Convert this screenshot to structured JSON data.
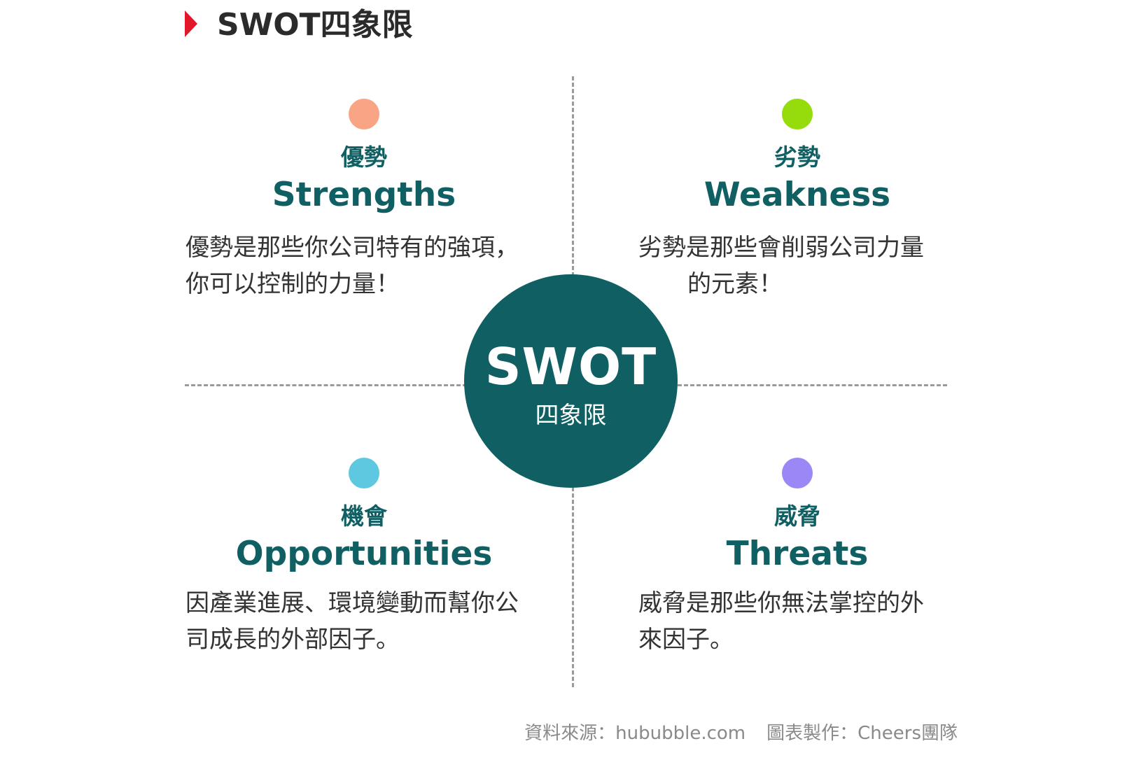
{
  "header": {
    "title": "SWOT四象限",
    "marker_color": "#e3172a",
    "marker_icon": "triangle-right-icon"
  },
  "hub": {
    "title": "SWOT",
    "subtitle": "四象限",
    "color": "#0f5f63"
  },
  "quadrants": [
    {
      "key": "strengths",
      "dot_color": "#f9a485",
      "label_zh": "優勢",
      "label_en": "Strengths",
      "desc_lines": [
        "優勢是那些你公司特有的強項，",
        "你可以控制的力量！"
      ]
    },
    {
      "key": "weakness",
      "dot_color": "#96dc0c",
      "label_zh": "劣勢",
      "label_en": "Weakness",
      "desc_lines": [
        "劣勢是那些會削弱公司力量",
        "的元素！"
      ]
    },
    {
      "key": "opportunities",
      "dot_color": "#5ec8e0",
      "label_zh": "機會",
      "label_en": "Opportunities",
      "desc_lines": [
        "因產業進展、環境變動而幫你公",
        "司成長的外部因子。"
      ]
    },
    {
      "key": "threats",
      "dot_color": "#9b88f6",
      "label_zh": "威脅",
      "label_en": "Threats",
      "desc_lines": [
        "威脅是那些你無法掌控的外",
        "來因子。"
      ]
    }
  ],
  "footer": {
    "source": "資料來源：hububble.com",
    "credit": "圖表製作：Cheers團隊"
  },
  "colors": {
    "accent_text": "#0f5f63",
    "body_text": "#333333",
    "divider": "#9a9a9a",
    "footer_text": "#8a8a8a"
  }
}
